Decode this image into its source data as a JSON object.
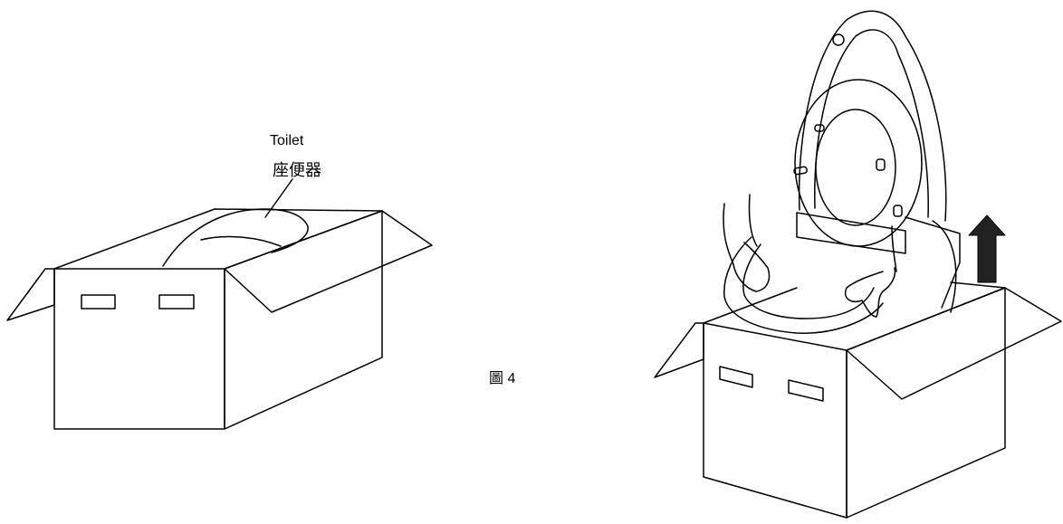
{
  "labels": {
    "toilet_en": "Toilet",
    "toilet_zh": "座便器"
  },
  "caption": "圖 4",
  "icons": {
    "up_arrow": "up-arrow-icon"
  },
  "colors": {
    "line": "#000000",
    "arrow_fill": "#222222",
    "background": "#ffffff"
  }
}
